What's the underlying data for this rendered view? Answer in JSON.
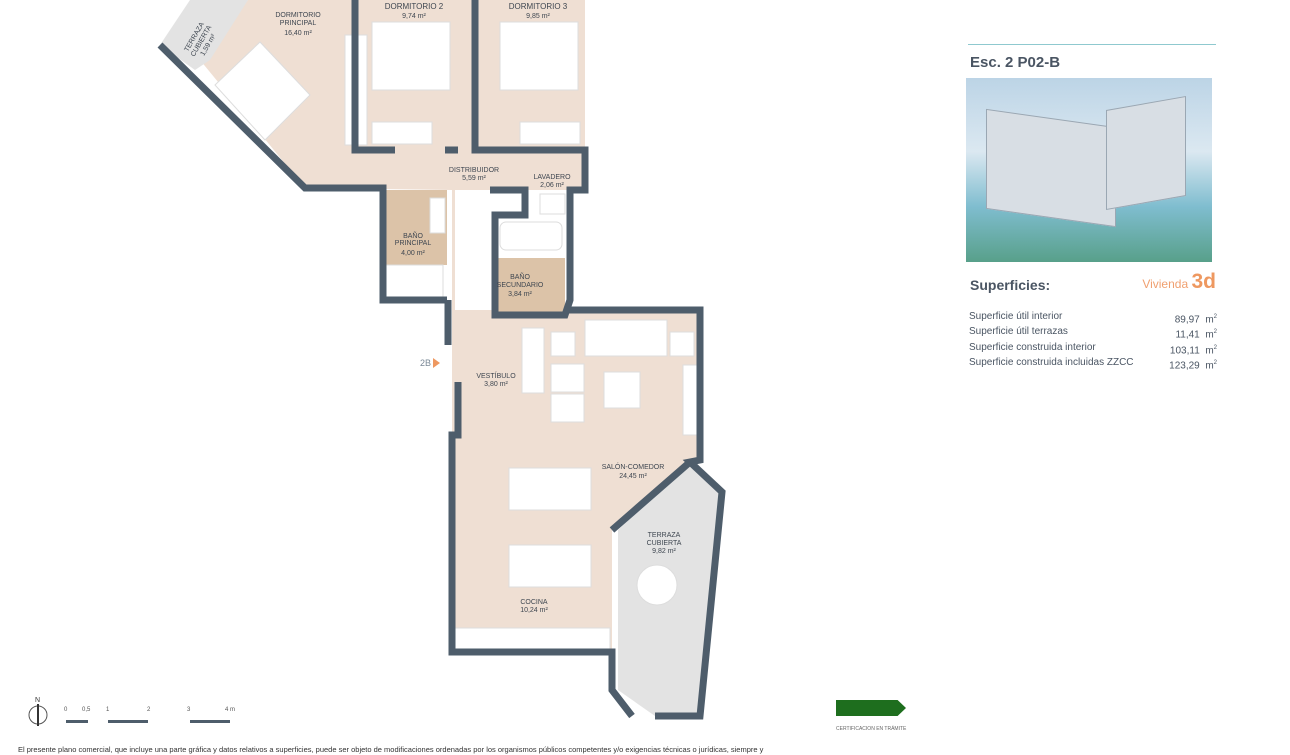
{
  "unit_code": "Esc. 2 P02-B",
  "surfaces": {
    "title": "Superficies:",
    "type_label": "Vivienda",
    "type_value": "3d",
    "rows": [
      {
        "label": "Superficie útil interior",
        "value": "89,97",
        "unit": "m"
      },
      {
        "label": "Superficie útil terrazas",
        "value": "11,41",
        "unit": "m"
      },
      {
        "label": "Superficie construida interior",
        "value": "103,11",
        "unit": "m"
      },
      {
        "label": "Superficie construida incluidas ZZCC",
        "value": "123,29",
        "unit": "m"
      }
    ]
  },
  "rooms": {
    "terraza_top": {
      "name1": "TERRAZA",
      "name2": "CUBIERTA",
      "area": "1,59 m²"
    },
    "dorm_principal": {
      "name1": "DORMITORIO",
      "name2": "PRINCIPAL",
      "area": "16,40 m²"
    },
    "dorm2": {
      "name": "DORMITORIO 2",
      "area": "9,74 m²"
    },
    "dorm3": {
      "name": "DORMITORIO 3",
      "area": "9,85 m²"
    },
    "distribuidor": {
      "name": "DISTRIBUIDOR",
      "area": "5,59 m²"
    },
    "lavadero": {
      "name": "LAVADERO",
      "area": "2,06 m²"
    },
    "bano_principal": {
      "name1": "BAÑO",
      "name2": "PRINCIPAL",
      "area": "4,00 m²"
    },
    "bano_secundario": {
      "name1": "BAÑO",
      "name2": "SECUNDARIO",
      "area": "3,84 m²"
    },
    "vestibulo": {
      "name": "VESTÍBULO",
      "area": "3,80 m²"
    },
    "salon": {
      "name": "SALÓN-COMEDOR",
      "area": "24,45 m²"
    },
    "terraza": {
      "name1": "TERRAZA",
      "name2": "CUBIERTA",
      "area": "9,82 m²"
    },
    "cocina": {
      "name": "COCINA",
      "area": "10,24 m²"
    }
  },
  "entrance_label": "2B",
  "scale": {
    "ticks": [
      "0",
      "0,5",
      "1",
      "2",
      "3",
      "4 m"
    ]
  },
  "north": "N",
  "certification": "CERTIFICACION EN TRÁMITE",
  "disclaimer": "El presente plano comercial, que incluye una parte gráfica y datos relativos a superficies, puede ser objeto de modificaciones ordenadas por los organismos públicos competentes y/o exigencias técnicas o jurídicas, siempre y",
  "colors": {
    "wall": "#4e5d6b",
    "floor": "#efdfd3",
    "wet": "#dcc3a8",
    "terrace": "#e3e3e3",
    "highlight": "#7fd3d8",
    "accent": "#ee9860"
  }
}
